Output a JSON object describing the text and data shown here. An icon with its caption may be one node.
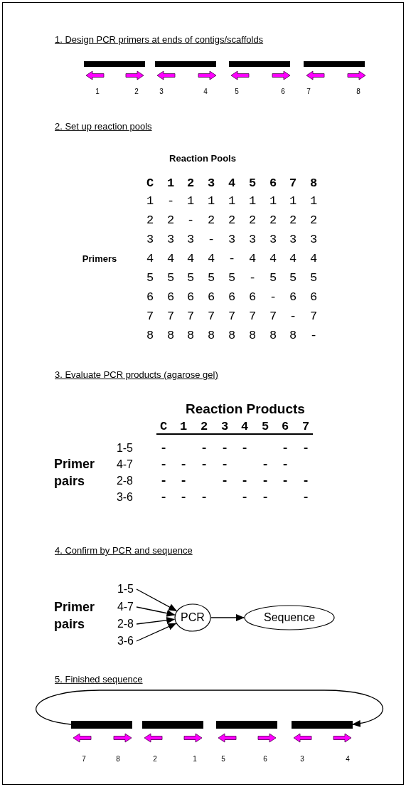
{
  "diagram": {
    "nodes": [
      {
        "text": [
          "1-5"
        ]
      },
      {
        "text": [
          "4-7"
        ]
      },
      {
        "text": [
          "2-8"
        ]
      },
      {
        "text": [
          "3-6"
        ]
      },
      {
        "text": [
          "PCR"
        ]
      },
      {
        "text": [
          "Sequence"
        ]
      },
      {
        "text": [],
        "shape": "bar"
      },
      {
        "text": [],
        "shape": "bar"
      },
      {
        "text": [],
        "shape": "bar"
      },
      {
        "text": [],
        "shape": "bar"
      }
    ],
    "edges": [
      {
        "from": 0,
        "to": 4,
        "arrow": "to"
      },
      {
        "from": 1,
        "to": 4,
        "arrow": "to"
      },
      {
        "from": 2,
        "to": 4,
        "arrow": "to"
      },
      {
        "from": 3,
        "to": 4,
        "arrow": "to"
      },
      {
        "from": 4,
        "to": 5,
        "arrow": "to"
      },
      {
        "from": 6,
        "to": 9,
        "arrow": "to"
      }
    ],
    "labels": [
      "1. Design PCR primers at ends of contigs/scaffolds",
      "1",
      "2",
      "3",
      "4",
      "5",
      "6",
      "7",
      "8",
      "2. Set up reaction pools",
      "Reaction Pools",
      "C",
      "1",
      "2",
      "3",
      "4",
      "5",
      "6",
      "7",
      "8",
      "1",
      "-",
      "1",
      "1",
      "1",
      "1",
      "1",
      "1",
      "1",
      "2",
      "2",
      "-",
      "2",
      "2",
      "2",
      "2",
      "2",
      "2",
      "3",
      "3",
      "3",
      "-",
      "3",
      "3",
      "3",
      "3",
      "3",
      "Primers",
      "4",
      "4",
      "4",
      "4",
      "-",
      "4",
      "4",
      "4",
      "4",
      "5",
      "5",
      "5",
      "5",
      "5",
      "-",
      "5",
      "5",
      "5",
      "6",
      "6",
      "6",
      "6",
      "6",
      "6",
      "-",
      "6",
      "6",
      "7",
      "7",
      "7",
      "7",
      "7",
      "7",
      "7",
      "-",
      "7",
      "8",
      "8",
      "8",
      "8",
      "8",
      "8",
      "8",
      "8",
      "-",
      "3. Evaluate PCR products (agarose gel)",
      "Reaction Products",
      "C",
      "1",
      "2",
      "3",
      "4",
      "5",
      "6",
      "7",
      "1-5",
      "-",
      "-",
      "-",
      "-",
      "-",
      "-",
      "Primer pairs",
      "4-7",
      "-",
      "-",
      "-",
      "-",
      "-",
      "-",
      "2-8",
      "-",
      "-",
      "-",
      "-",
      "-",
      "-",
      "-",
      "3-6",
      "-",
      "-",
      "-",
      "-",
      "-",
      "-",
      "4. Confirm by PCR and sequence",
      "Primer pairs",
      "5. Finished sequence",
      "7",
      "8",
      "2",
      "1",
      "5",
      "6",
      "3",
      "4"
    ]
  }
}
